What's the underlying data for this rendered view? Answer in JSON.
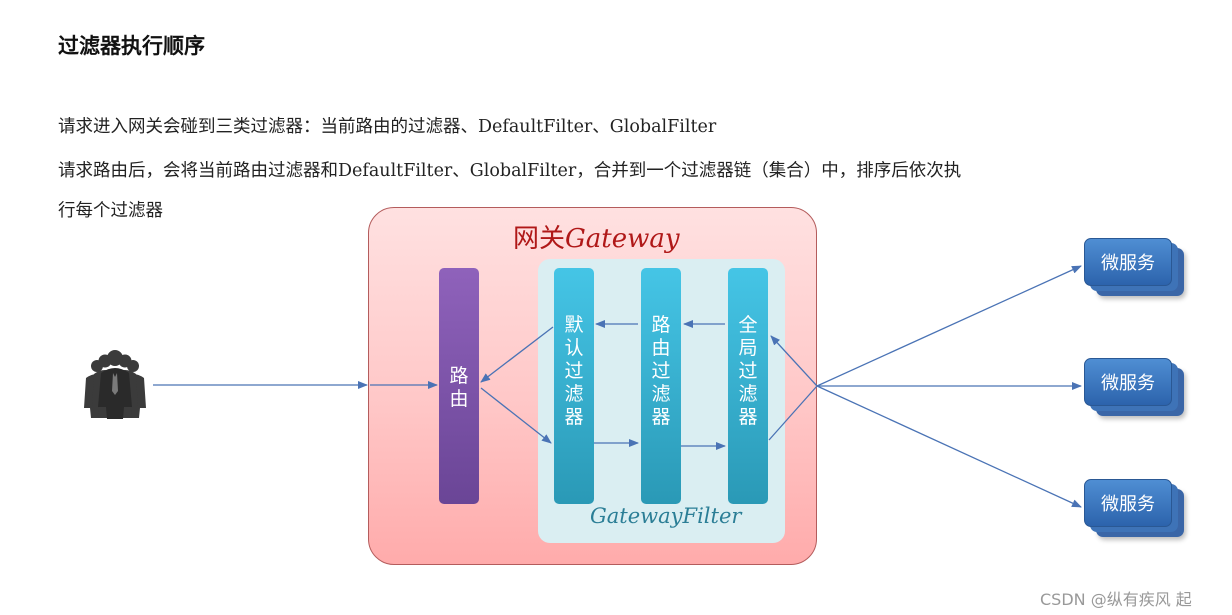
{
  "heading": "过滤器执行顺序",
  "paragraphs": {
    "p1": "请求进入网关会碰到三类过滤器：当前路由的过滤器、DefaultFilter、GlobalFilter",
    "p2": "请求路由后，会将当前路由过滤器和DefaultFilter、GlobalFilter，合并到一个过滤器链（集合）中，排序后依次执",
    "p3": "行每个过滤器"
  },
  "diagram": {
    "gateway_title_cn": "网关",
    "gateway_title_en": "Gateway",
    "route_label": "路由",
    "filters_group_label": "GatewayFilter",
    "filters": [
      {
        "label": "默认过滤器"
      },
      {
        "label": "路由过滤器"
      },
      {
        "label": "全局过滤器"
      }
    ],
    "microservices": [
      {
        "label": "微服务"
      },
      {
        "label": "微服务"
      },
      {
        "label": "微服务"
      }
    ],
    "client_icon": "users-group-icon",
    "colors": {
      "gateway_bg": "#ffc7c7",
      "gateway_title": "#b01818",
      "route": "#7a52a8",
      "filter": "#36b1d3",
      "filter_area": "#daeef2",
      "microservice": "#3a76c0",
      "arrow": "#4a73b5"
    }
  },
  "watermark": "CSDN @纵有疾风 起"
}
